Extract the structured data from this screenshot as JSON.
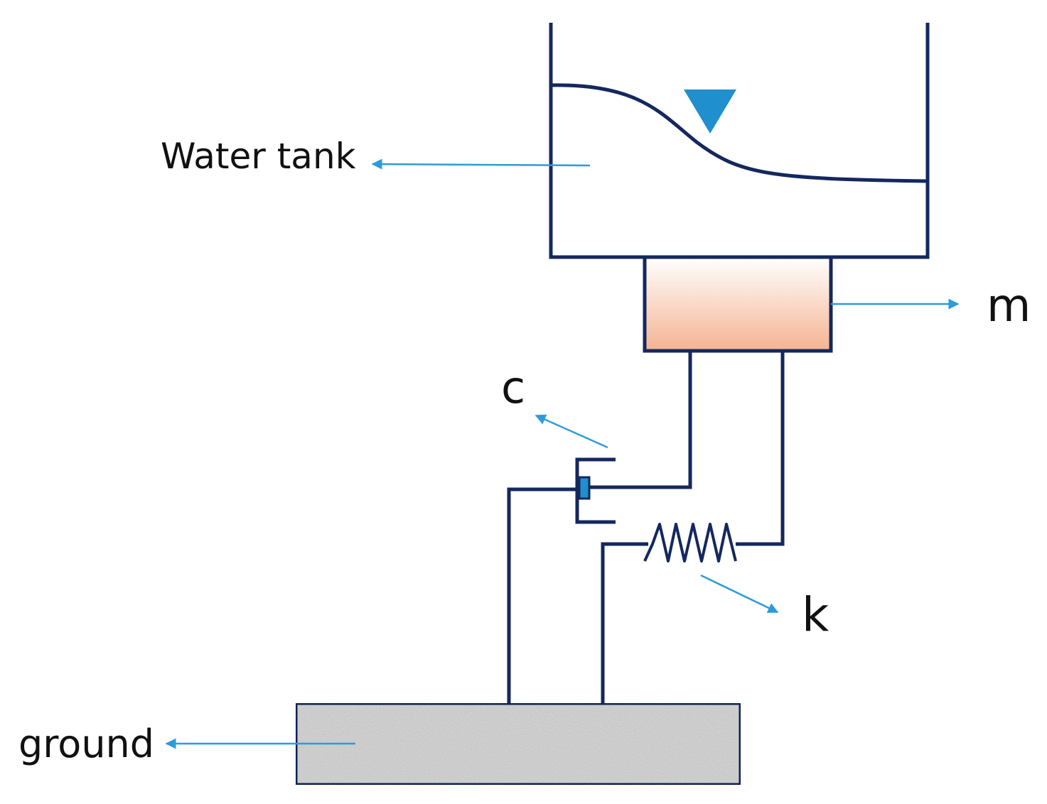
{
  "labels": {
    "water_tank": "Water tank",
    "mass": "m",
    "damper": "c",
    "spring": "k",
    "ground": "ground"
  },
  "colors": {
    "structure": "#14285e",
    "pointer_arrow": "#2e9bd9",
    "water_level_marker": "#1f8fce",
    "mass_fill_top": "#ffffff",
    "mass_fill_bottom": "#f5b392",
    "ground_fill": "#e2e2e2",
    "label_text": "#111111"
  },
  "icons": {
    "water_level": "inverted-triangle-water-level-icon"
  }
}
